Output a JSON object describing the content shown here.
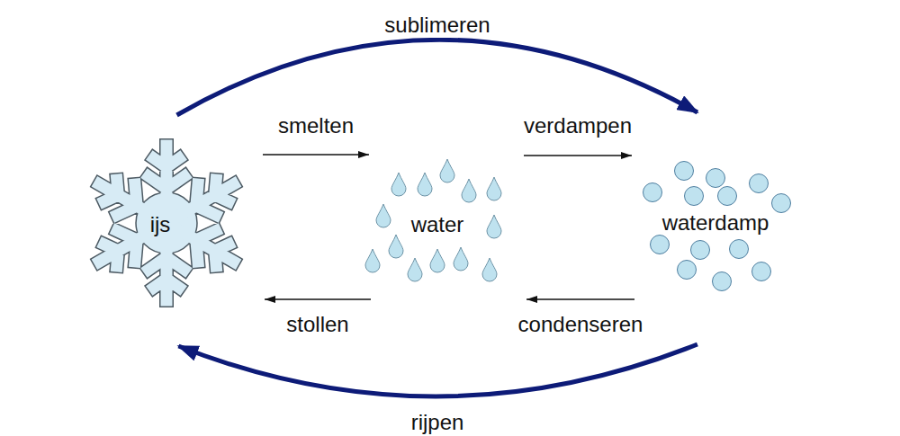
{
  "diagram": {
    "nodes": [
      {
        "text": [
          "ijs"
        ]
      },
      {
        "text": [
          "water"
        ]
      },
      {
        "text": [
          "waterdamp"
        ]
      }
    ],
    "edges": [
      {
        "from": 0,
        "to": 1,
        "arrow": "to",
        "label": "smelten"
      },
      {
        "from": 1,
        "to": 2,
        "arrow": "to",
        "label": "verdampen"
      },
      {
        "from": 2,
        "to": 1,
        "arrow": "to",
        "label": "condenseren"
      },
      {
        "from": 1,
        "to": 0,
        "arrow": "to",
        "label": "stollen"
      },
      {
        "from": 0,
        "to": 2,
        "arrow": "to",
        "label": "sublimeren"
      },
      {
        "from": 2,
        "to": 0,
        "arrow": "to",
        "label": "rijpen"
      }
    ]
  }
}
